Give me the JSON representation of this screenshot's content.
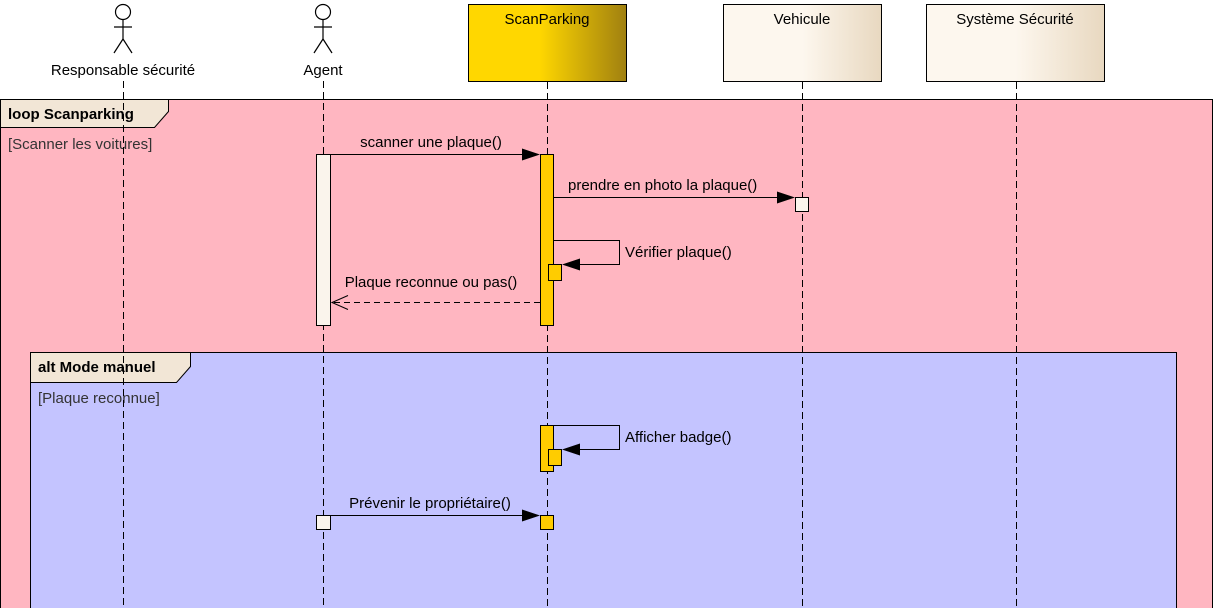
{
  "colors": {
    "loop_fragment_bg": "#FFB6C1",
    "alt_fragment_bg": "#C4C4FF",
    "fragment_tab_bg": "#F2E6D6",
    "controller_gradient_start": "#FFD700",
    "controller_gradient_end": "#A08010",
    "entity_gradient_start": "#FDF7EE",
    "entity_gradient_end": "#E8D8C0",
    "activation_yellow": "#FFCC00",
    "activation_light": "#FAF4EC"
  },
  "participants": {
    "responsable": {
      "label": "Responsable sécurité",
      "kind": "actor"
    },
    "agent": {
      "label": "Agent",
      "kind": "actor"
    },
    "scanparking": {
      "label": "ScanParking",
      "kind": "controller"
    },
    "vehicule": {
      "label": "Vehicule",
      "kind": "entity"
    },
    "securite": {
      "label": "Système Sécurité",
      "kind": "entity"
    }
  },
  "fragments": {
    "loop": {
      "title": "loop Scanparking",
      "guard": "[Scanner les voitures]"
    },
    "alt": {
      "title": "alt Mode manuel",
      "guard": "[Plaque reconnue]"
    }
  },
  "messages": {
    "m1": {
      "label": "scanner une plaque()",
      "from": "Agent",
      "to": "ScanParking",
      "style": "synchronous"
    },
    "m2": {
      "label": "prendre en photo la plaque()",
      "from": "ScanParking",
      "to": "Vehicule",
      "style": "synchronous"
    },
    "m3": {
      "label": "Vérifier plaque()",
      "from": "ScanParking",
      "to": "ScanParking",
      "style": "self"
    },
    "m4": {
      "label": "Plaque reconnue ou pas()",
      "from": "ScanParking",
      "to": "Agent",
      "style": "return"
    },
    "m5": {
      "label": "Afficher badge()",
      "from": "ScanParking",
      "to": "ScanParking",
      "style": "self"
    },
    "m6": {
      "label": "Prévenir le propriétaire()",
      "from": "Agent",
      "to": "ScanParking",
      "style": "synchronous"
    }
  }
}
